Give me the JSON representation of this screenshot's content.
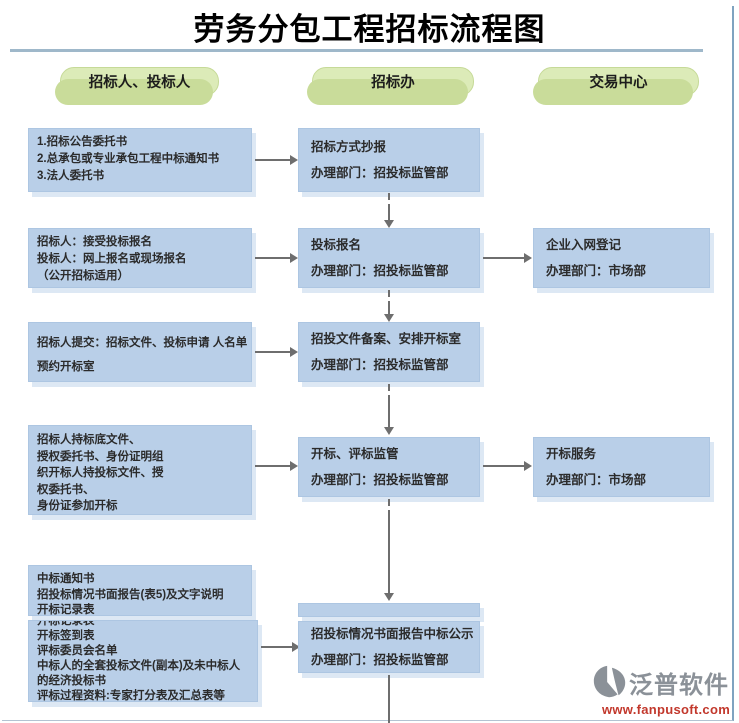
{
  "title": "劳务分包工程招标流程图",
  "lanes": [
    {
      "label": "招标人、投标人"
    },
    {
      "label": "招标办"
    },
    {
      "label": "交易中心"
    }
  ],
  "boxes": {
    "r1_left": {
      "lines": [
        "1.招标公告委托书",
        "2.总承包或专业承包工程中标通知书",
        "3.法人委托书"
      ]
    },
    "r1_mid": {
      "lines": [
        "招标方式抄报",
        "办理部门：招投标监管部"
      ]
    },
    "r2_left": {
      "lines": [
        "招标人：接受投标报名",
        "投标人：网上报名或现场报名",
        "（公开招标适用）"
      ]
    },
    "r2_mid": {
      "lines": [
        "投标报名",
        "办理部门：招投标监管部"
      ]
    },
    "r2_right": {
      "lines": [
        "企业入网登记",
        "办理部门：市场部"
      ]
    },
    "r3_left": {
      "lines": [
        "招标人提交：招标文件、投标申请 人名单",
        "预约开标室"
      ]
    },
    "r3_mid": {
      "lines": [
        "招投文件备案、安排开标室",
        "办理部门：招投标监管部"
      ]
    },
    "r4_left": {
      "lines": [
        "招标人持标底文件、",
        "授权委托书、身份证明组",
        "织开标人持投标文件、授",
        "权委托书、",
        "身份证参加开标"
      ]
    },
    "r4_mid": {
      "lines": [
        "开标、评标监管",
        "办理部门：招投标监管部"
      ]
    },
    "r4_right": {
      "lines": [
        "开标服务",
        "办理部门：市场部"
      ]
    },
    "r5_left_a": {
      "lines": [
        "中标通知书",
        "招投标情况书面报告(表5)及文字说明",
        "开标记录表"
      ]
    },
    "r5_left_b": {
      "lines": [
        "开标记录表",
        "开标签到表",
        "评标委员会名单",
        "中标人的全套投标文件(副本)及未中标人",
        "的经济投标书",
        "评标过程资料:专家打分表及汇总表等"
      ]
    },
    "r5_mid": {
      "lines": [
        "招投标情况书面报告中标公示",
        "办理部门：招投标监管部"
      ]
    }
  },
  "logo": {
    "name": "泛普软件",
    "url": "www.fanpusoft.com"
  },
  "colors": {
    "box_blue": "#b9cfe8",
    "pill_green": "#dcebb8",
    "pill_shadow_green": "#c9dc9a",
    "arrow_gray": "#6e6e6e",
    "divider_blue": "#9fb8ca",
    "logo_gray": "#8b9198",
    "logo_red": "#c2382c"
  }
}
